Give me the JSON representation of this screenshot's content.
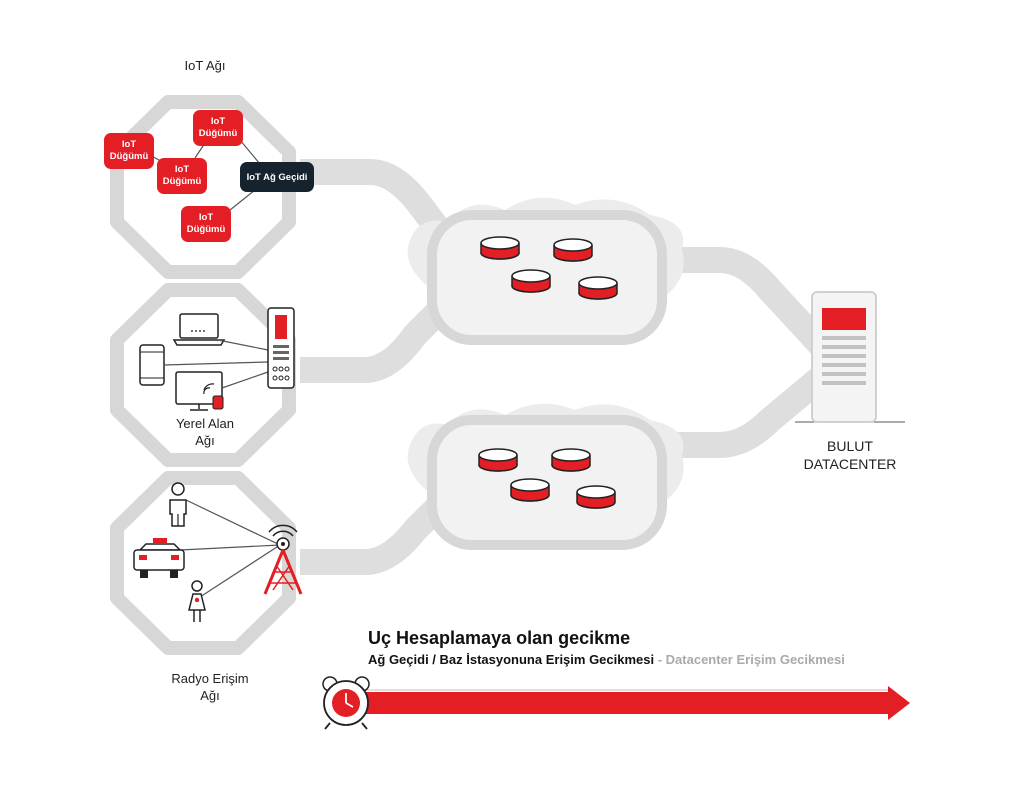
{
  "iot_network": {
    "title": "IoT Ağı",
    "nodes": [
      {
        "label": "IoT\nDüğümü"
      },
      {
        "label": "IoT\nDüğümü"
      },
      {
        "label": "IoT\nDüğümü"
      },
      {
        "label": "IoT\nDüğümü"
      }
    ],
    "gateway_label": "IoT Ağ Geçidi"
  },
  "lan": {
    "title_line1": "Yerel Alan",
    "title_line2": "Ağı"
  },
  "ran": {
    "title_line1": "Radyo Erişim",
    "title_line2": "Ağı"
  },
  "datacenter": {
    "title_line1": "BULUT",
    "title_line2": "DATACENTER"
  },
  "latency": {
    "title": "Uç Hesaplamaya olan gecikme",
    "subtitle_dark": "Ağ Geçidi / Baz İstasyonuna Erişim Gecikmesi",
    "separator": " - ",
    "subtitle_grey": "Datacenter Erişim Gecikmesi"
  },
  "colors": {
    "accent": "#e31e24",
    "gateway": "#16232e",
    "octagon": "#d7d7d7",
    "pipe": "#dedede"
  }
}
